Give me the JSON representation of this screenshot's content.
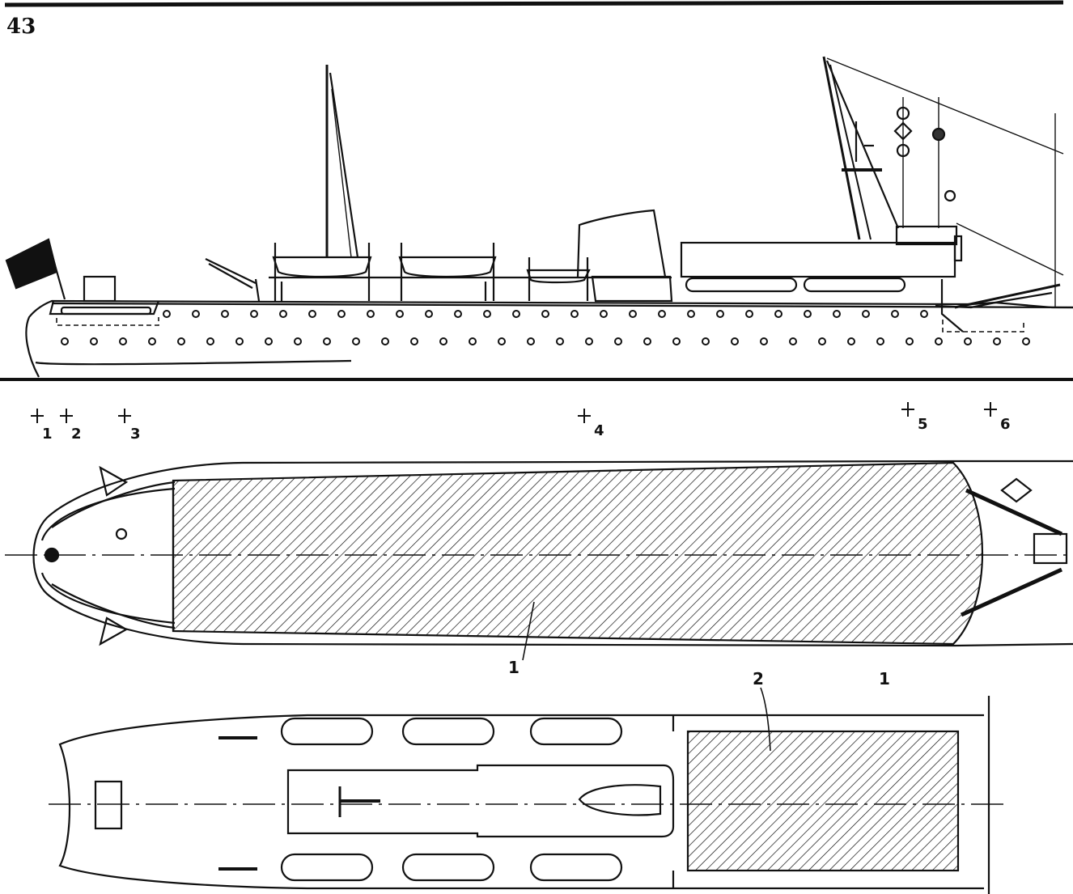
{
  "plate_number": "43",
  "station_marks": [
    "1",
    "2",
    "3",
    "4",
    "5",
    "6"
  ],
  "callouts": [
    "1",
    "2",
    "1"
  ],
  "colors": {
    "ink": "#111111",
    "paper": "#ffffff"
  }
}
